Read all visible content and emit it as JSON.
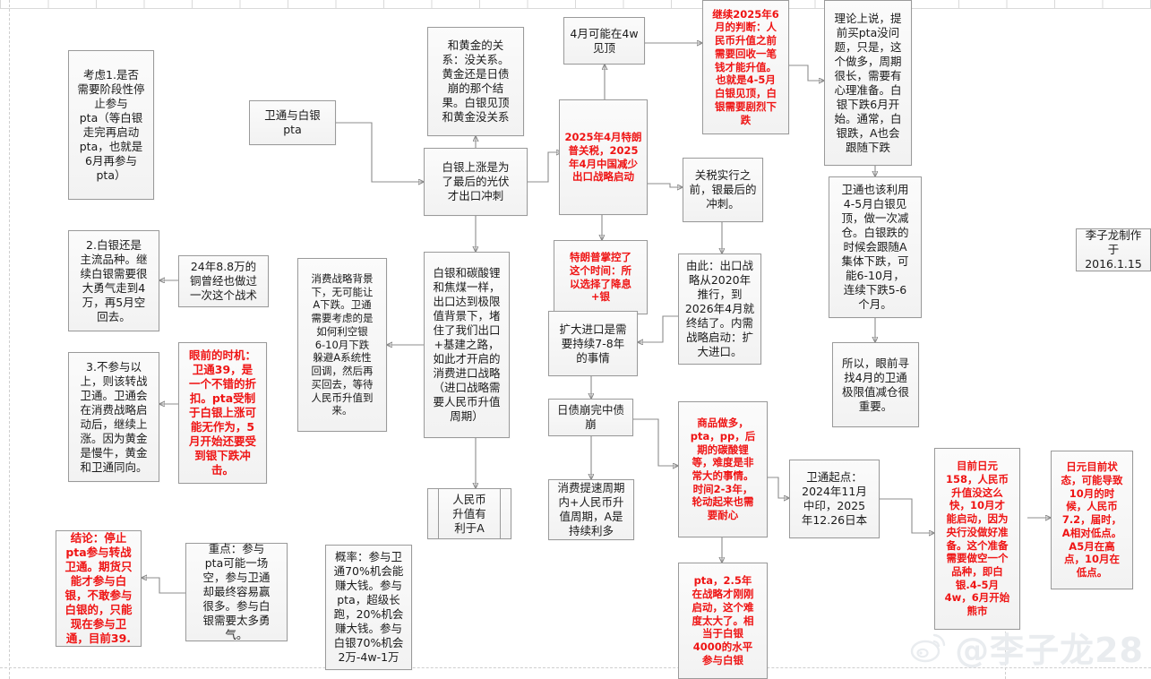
{
  "meta": {
    "credit_label": "李子龙制作于\n2016.1.15",
    "watermark_text": "@李子龙28",
    "watermark_icon": "weibo-logo-icon",
    "accent_red": "#ef1414",
    "node_border": "#9a9a9a",
    "node_fill": "#f2f2f2",
    "connector_color": "#8c8c8c"
  },
  "nodes": {
    "consider1": "考虑1.是否\n需要阶段性停\n止参与\npta（等白银\n走完再启动\npta，也就是\n6月再参与\npta）",
    "consider2": "2.白银还是\n主流品种。继\n续白银需要很\n大勇气走到4\n万，再5月空\n回去。",
    "consider3": "3.不参与以\n上，则该转战\n卫通。卫通会\n在消费战略启\n动后，继续上\n涨。因为黄金\n是慢牛，黄金\n和卫通同向。",
    "conclusion": "结论：停止\npta参与转战\n卫通。期货只\n能才参与白\n银，不敢参与\n白银的，只能\n现在参与卫\n通，目前39.",
    "copper": "24年8.8万的\n铜曾经也做过\n一次这个战术",
    "timing": "眼前的时机：\n卫通39，是\n一个不错的折\n扣。pta受制\n于白银上涨可\n能无作为，5\n月开始还要受\n到银下跌冲\n击。",
    "keypoint": "重点：参与\npta可能一场\n空，参与卫通\n却最终容易赢\n很多。参与白\n银需要太多勇\n气。",
    "weitong_pta": "卫通与白银\npta",
    "silver_rise": "白银上涨是为\n了最后的光伏\n才出口冲刺",
    "gold_relation": "和黄金的关\n系：没关系。\n黄金还是日债\n崩的那个结\n果。白银见顶\n和黄金没关系",
    "consumption_bg": "消费战略背景\n下，无可能让\nA下跌。卫通\n需要考虑的是\n如何利空银\n6-10月下跌\n躲避A系统性\n回调，然后再\n买回去，等待\n人民币升值到\n来。",
    "silver_lithium": "白银和碳酸锂\n和焦煤一样，\n出口达到极限\n值背景下，堵\n住了我们出口\n+基建之路，\n如此才开启的\n消费进口战略\n（进口战略需\n要人民币升值\n周期）",
    "rmb_good_for_a": "人民币\n升值有\n利于A",
    "probability": "概率：参与卫\n通70%机会能\n赚大钱。参与\npta，超级长\n跑，20%机会\n赚大钱。参与\n白银70%机会\n2万-4w-1万",
    "april_4w": "4月可能在4w\n见顶",
    "tariff2025": "2025年4月特朗\n普关税，2025\n年4月中国减少\n出口战略启动",
    "trump_timing": "特朗普掌控了\n这个时间：所\n以选择了降息\n+银",
    "expand_import": "扩大进口是需\n要持续7-8年\n的事情",
    "jgb_crash": "日债崩完中债\n崩",
    "consumption_speed": "消费提速周期\n内+人民币升\n值周期，A是\n持续利多",
    "tariff_before": "关税实行之\n前，银最后的\n冲刺。",
    "export_strategy_end": "由此：出口战\n略从2020年\n推行，到\n2026年4月就\n终结了。内需\n战略启动：扩\n大进口。",
    "commodity_long": "商品做多，\npta，pp，后\n期的碳酸锂\n等，难度是非\n常大的事情。\n时间2-3年，\n轮动起来也需\n要耐心",
    "pta_25y": "pta，2.5年\n在战略才刚刚\n启动，这个难\n度太大了。相\n当于白银\n4000的水平\n参与白银",
    "weitong_start": "卫通起点：\n2024年11月\n中印，2025\n年12.26日本",
    "continue_judgement": "继续2025年6\n月的判断：人\n民币升值之前\n需要回收一笔\n钱才能升值。\n也就是4-5月\n白银见顶，白\n银需要剧烈下\n跌",
    "theory_buy_pta": "理论上说，提\n前买pta没问\n题，只是，这\n个做多，周期\n很长，需要有\n心理准备。白\n银下跌6月开\n始。通常，白\n银跌，A也会\n跟随下跌",
    "weitong_reduce": "卫通也该利用\n4-5月白银见\n顶，做一次减\n仓。白银跌的\n时候会跟随A\n集体下跌，可\n能6-10月，\n连续下跌5-6\n个月。",
    "so_find_april": "所以，眼前寻\n找4月的卫通\n极限值减仓很\n重要。",
    "jpy_158": "目前日元\n158，人民币\n升值没这么\n快，10月才\n能启动，因为\n央行没做好准\n备。这个准备\n需要做空一个\n品种，即白\n银.4-5月\n4w，6月开始\n熊市",
    "jpy_state": "日元目前状\n态，可能导致\n10月的时\n候，人民币\n7.2，届时，\nA相对低点。\nA5月在高\n点，10月在\n低点。"
  }
}
